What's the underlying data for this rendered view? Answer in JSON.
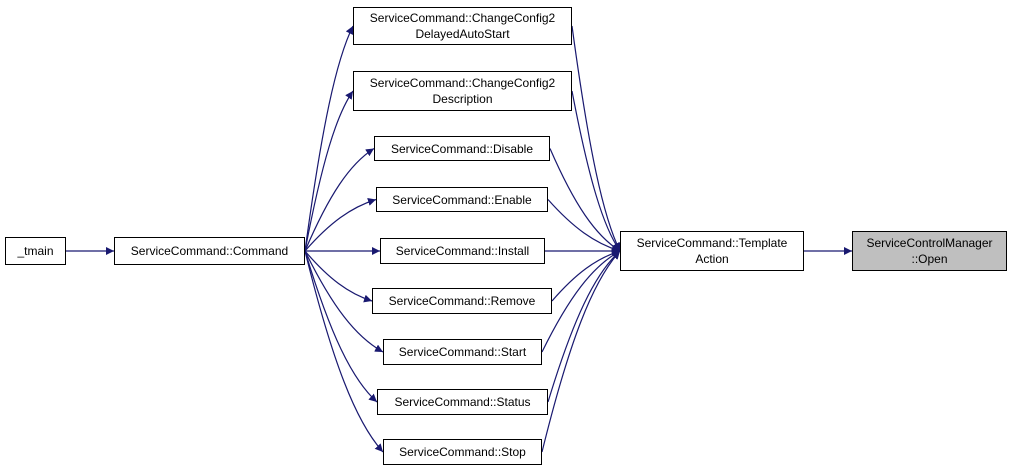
{
  "colors": {
    "edge": "#191970",
    "node_border": "#000000",
    "node_fill": "#ffffff",
    "current_fill": "#bfbfbf"
  },
  "nodes": {
    "tmain": {
      "line1": "_tmain"
    },
    "command": {
      "line1": "ServiceCommand::Command"
    },
    "delayed": {
      "line1": "ServiceCommand::ChangeConfig2",
      "line2": "DelayedAutoStart"
    },
    "description": {
      "line1": "ServiceCommand::ChangeConfig2",
      "line2": "Description"
    },
    "disable": {
      "line1": "ServiceCommand::Disable"
    },
    "enable": {
      "line1": "ServiceCommand::Enable"
    },
    "install": {
      "line1": "ServiceCommand::Install"
    },
    "remove": {
      "line1": "ServiceCommand::Remove"
    },
    "start": {
      "line1": "ServiceCommand::Start"
    },
    "status": {
      "line1": "ServiceCommand::Status"
    },
    "stop": {
      "line1": "ServiceCommand::Stop"
    },
    "template": {
      "line1": "ServiceCommand::Template",
      "line2": "Action"
    },
    "open": {
      "line1": "ServiceControlManager",
      "line2": "::Open"
    }
  },
  "edges": [
    {
      "from": "tmain",
      "to": "command"
    },
    {
      "from": "command",
      "to": "delayed"
    },
    {
      "from": "command",
      "to": "description"
    },
    {
      "from": "command",
      "to": "disable"
    },
    {
      "from": "command",
      "to": "enable"
    },
    {
      "from": "command",
      "to": "install"
    },
    {
      "from": "command",
      "to": "remove"
    },
    {
      "from": "command",
      "to": "start"
    },
    {
      "from": "command",
      "to": "status"
    },
    {
      "from": "command",
      "to": "stop"
    },
    {
      "from": "delayed",
      "to": "template"
    },
    {
      "from": "description",
      "to": "template"
    },
    {
      "from": "disable",
      "to": "template"
    },
    {
      "from": "enable",
      "to": "template"
    },
    {
      "from": "install",
      "to": "template"
    },
    {
      "from": "remove",
      "to": "template"
    },
    {
      "from": "start",
      "to": "template"
    },
    {
      "from": "status",
      "to": "template"
    },
    {
      "from": "stop",
      "to": "template"
    },
    {
      "from": "template",
      "to": "open"
    }
  ]
}
